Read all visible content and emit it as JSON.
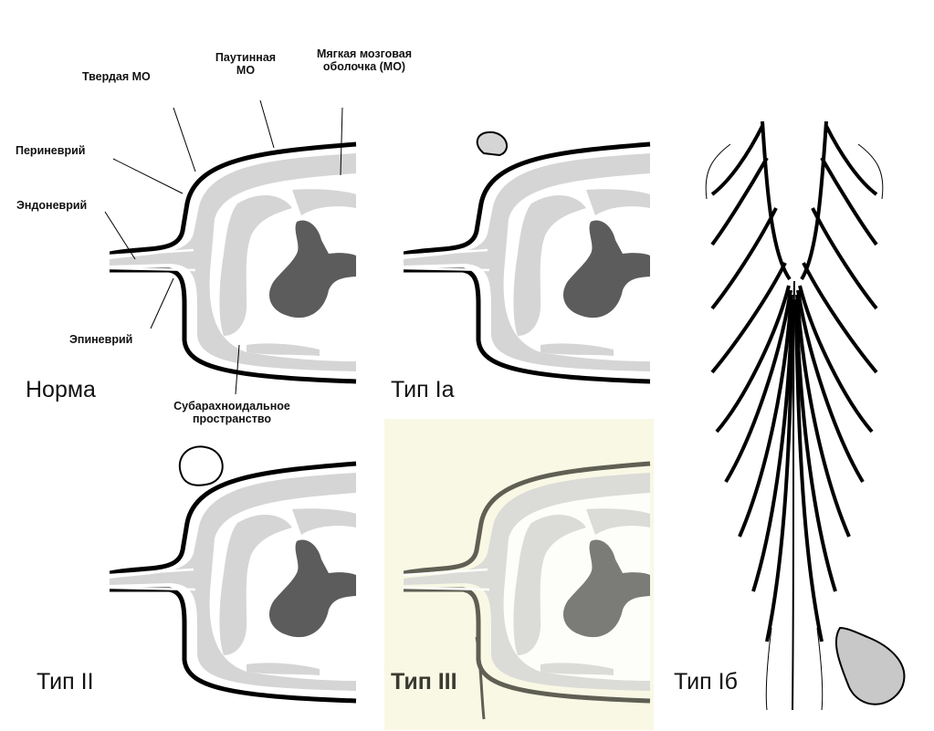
{
  "labels": {
    "dura": "Твердая МО",
    "arachnoid": "Паутинная МО",
    "pia": "Мягкая мозговая оболочка (МО)",
    "perineurium": "Периневрий",
    "endoneurium": "Эндоневрий",
    "epineurium": "Эпиневрий",
    "subarachnoid": "Субарахноидальное пространство"
  },
  "panels": {
    "normal": "Норма",
    "type_ia": "Тип Ia",
    "type_ii": "Тип II",
    "type_iii": "Тип III",
    "type_ib": "Тип Iб"
  },
  "colors": {
    "fill_gray": "#d5d5d5",
    "gray_matter": "#5c5c5c",
    "outline": "#000000",
    "type_iii_background": "#f8f8e5",
    "cyst_fill": "#c8c8c8"
  }
}
